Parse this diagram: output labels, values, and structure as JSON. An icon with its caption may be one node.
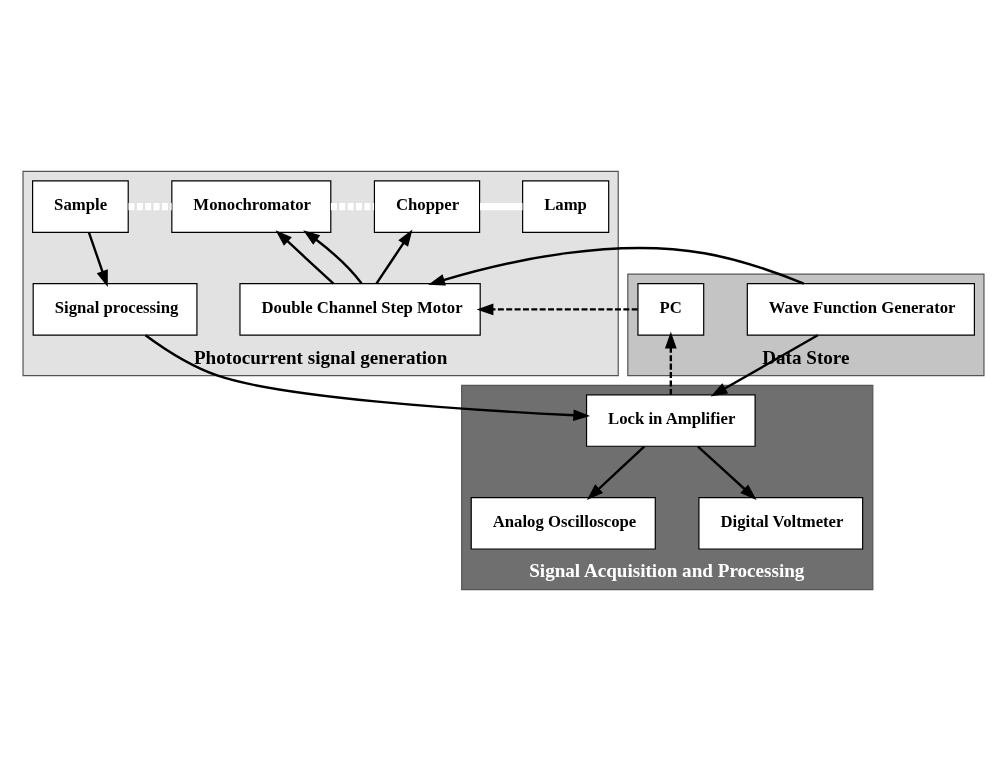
{
  "diagram": {
    "nodes": [
      {
        "text": [
          "Photocurrent signal generation"
        ]
      },
      {
        "text": [
          "Sample"
        ],
        "in": 0
      },
      {
        "text": [
          "Monochromator"
        ],
        "in": 0
      },
      {
        "text": [
          "Chopper"
        ],
        "in": 0
      },
      {
        "text": [
          "Lamp"
        ],
        "in": 0
      },
      {
        "text": [
          "Double Channel Step Motor"
        ],
        "in": 0
      },
      {
        "text": [
          "Signal processing"
        ],
        "in": 0
      },
      {
        "text": [
          "Signal Acquisition and Processing"
        ]
      },
      {
        "text": [
          "Lock in Amplifier"
        ],
        "in": 7
      },
      {
        "text": [
          "Analog Oscilloscope"
        ],
        "in": 7
      },
      {
        "text": [
          "Digital Voltmeter"
        ],
        "in": 7
      },
      {
        "text": [
          "Data Store"
        ]
      },
      {
        "text": [
          "Wave Function Generator"
        ],
        "in": 11
      },
      {
        "text": [
          "PC"
        ],
        "in": 11
      }
    ],
    "edges": [
      {
        "from": 1,
        "to": 2,
        "arrow": "none",
        "style": "dashed",
        "color": "#ffffff"
      },
      {
        "from": 2,
        "to": 3,
        "arrow": "none",
        "style": "dashed",
        "color": "#ffffff"
      },
      {
        "from": 3,
        "to": 4,
        "arrow": "none",
        "style": "thick",
        "color": "#ffffff"
      },
      {
        "from": 1,
        "to": 6,
        "arrow": "to"
      },
      {
        "from": 5,
        "to": 2,
        "arrow": "to"
      },
      {
        "from": 5,
        "to": 2,
        "arrow": "to"
      },
      {
        "from": 5,
        "to": 3,
        "arrow": "to"
      },
      {
        "from": 6,
        "to": 8,
        "arrow": "to"
      },
      {
        "from": 8,
        "to": 9,
        "arrow": "to"
      },
      {
        "from": 8,
        "to": 10,
        "arrow": "to"
      },
      {
        "from": 12,
        "to": 5,
        "arrow": "to"
      },
      {
        "from": 12,
        "to": 8,
        "arrow": "to"
      },
      {
        "from": 13,
        "to": 5,
        "arrow": "to",
        "style": "dashed"
      },
      {
        "from": 8,
        "to": 13,
        "arrow": "to",
        "style": "dashed"
      }
    ]
  }
}
